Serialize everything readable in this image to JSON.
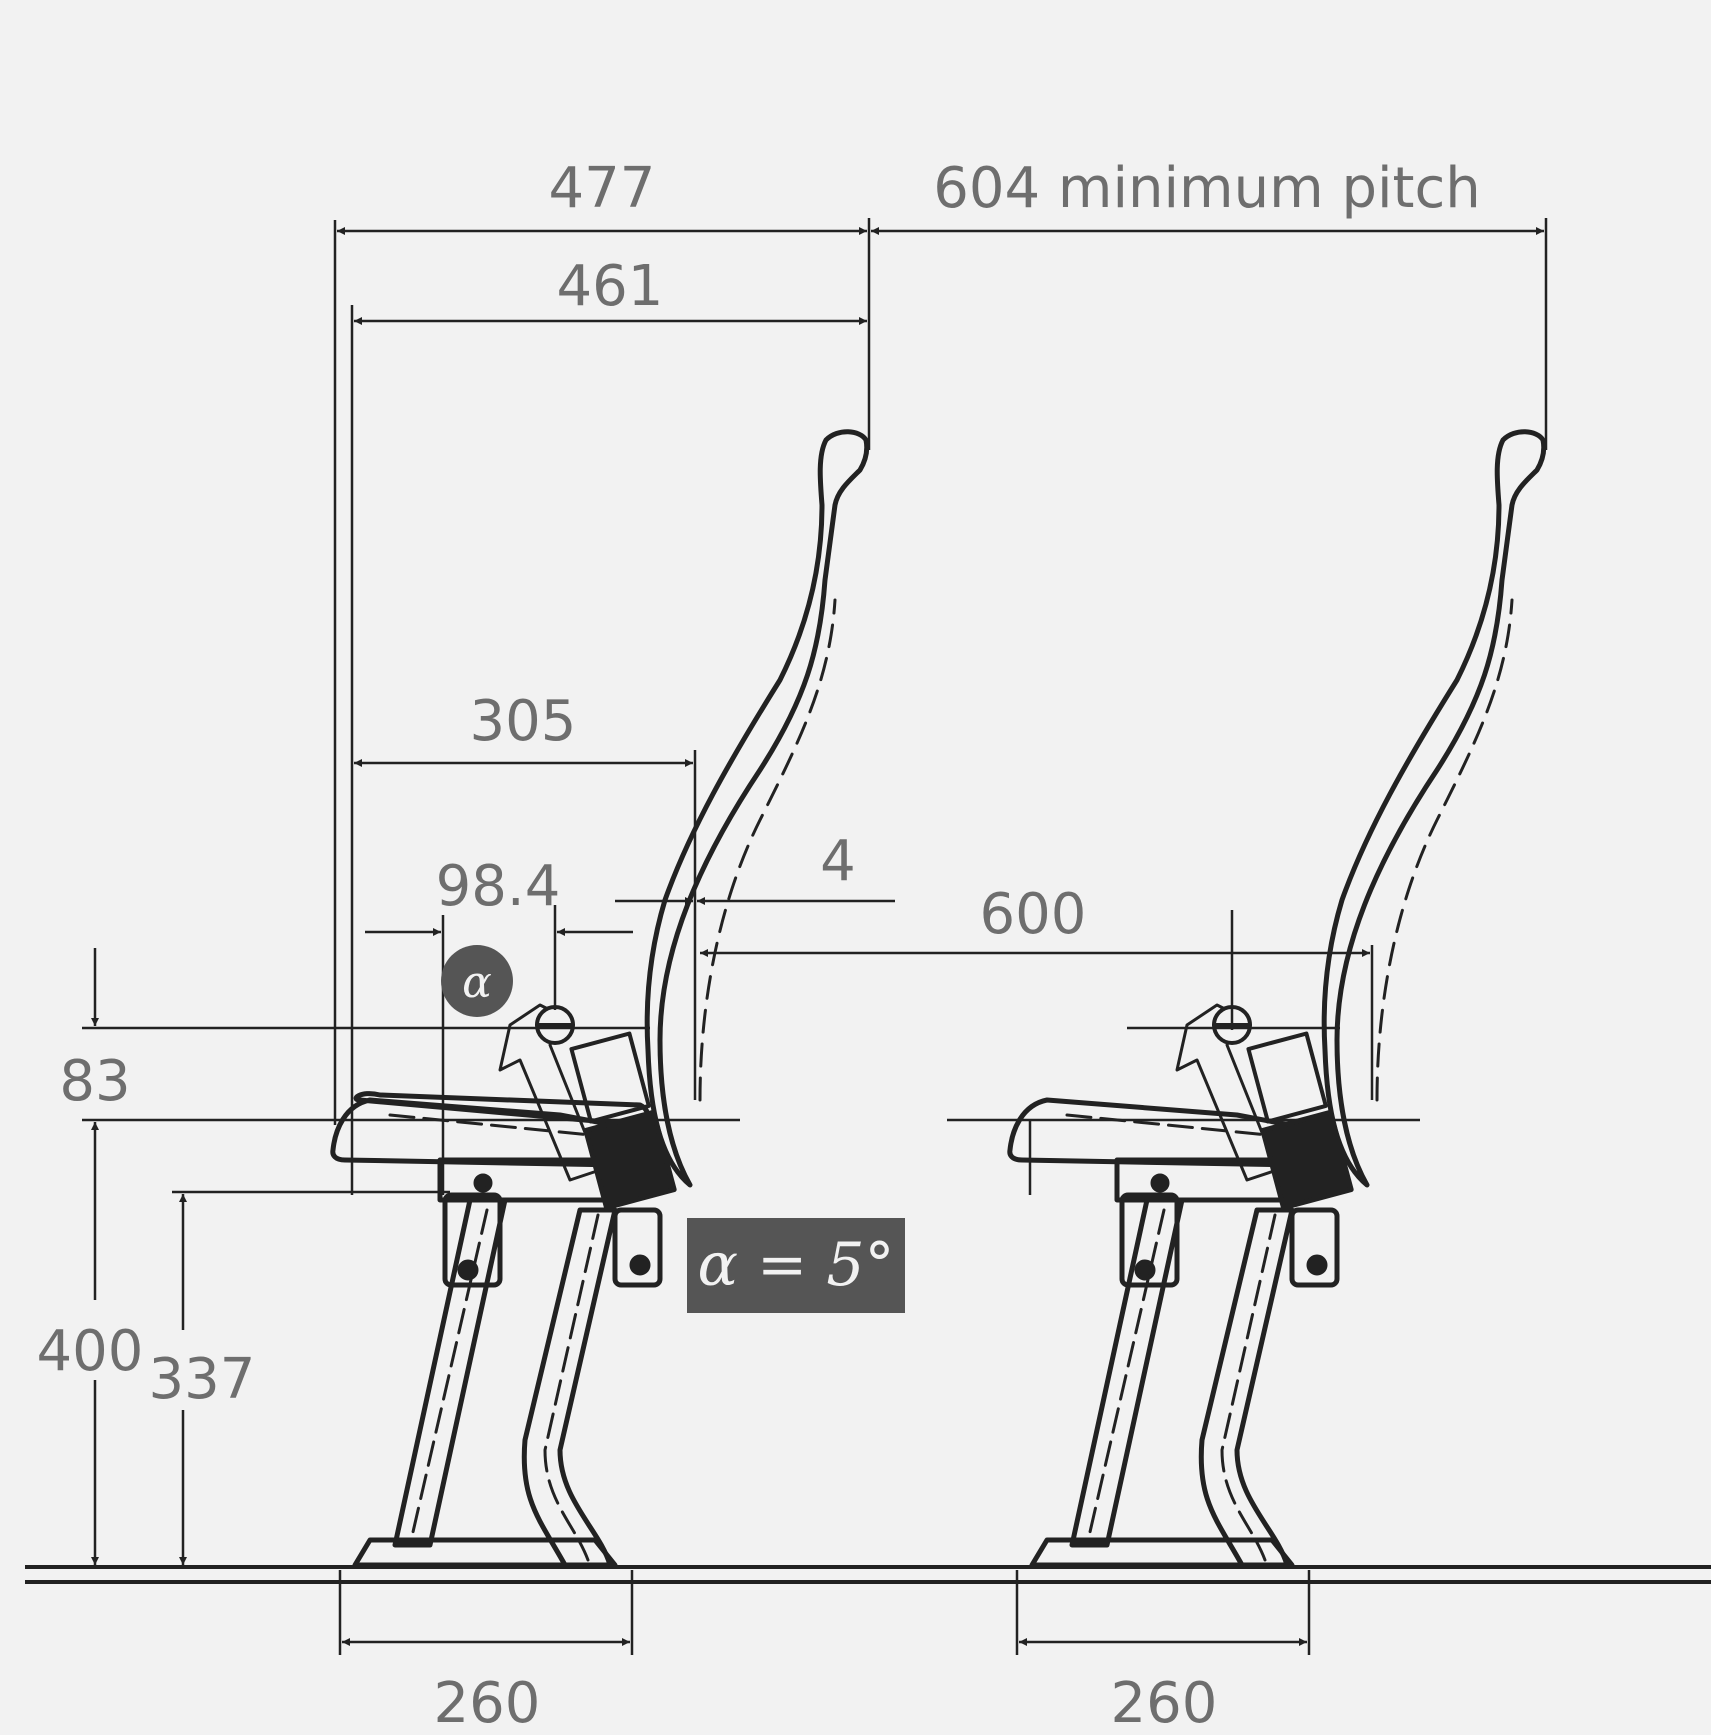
{
  "dimensions": {
    "seat_depth_overall": "477",
    "minimum_pitch": "604 minimum pitch",
    "seat_depth": "461",
    "cushion_depth": "305",
    "armrest_offset": "98.4",
    "gap": "4",
    "knee_clearance": "600",
    "armrest_height": "83",
    "seat_height": "400",
    "cushion_height": "337",
    "foot_width_left": "260",
    "foot_width_right": "260"
  },
  "angle": {
    "badge_symbol": "α",
    "label": "α = 5°"
  },
  "colors": {
    "background": "#f2f2f2",
    "line": "#222222",
    "dimension_text": "#6e6e6e",
    "badge": "#555555"
  }
}
